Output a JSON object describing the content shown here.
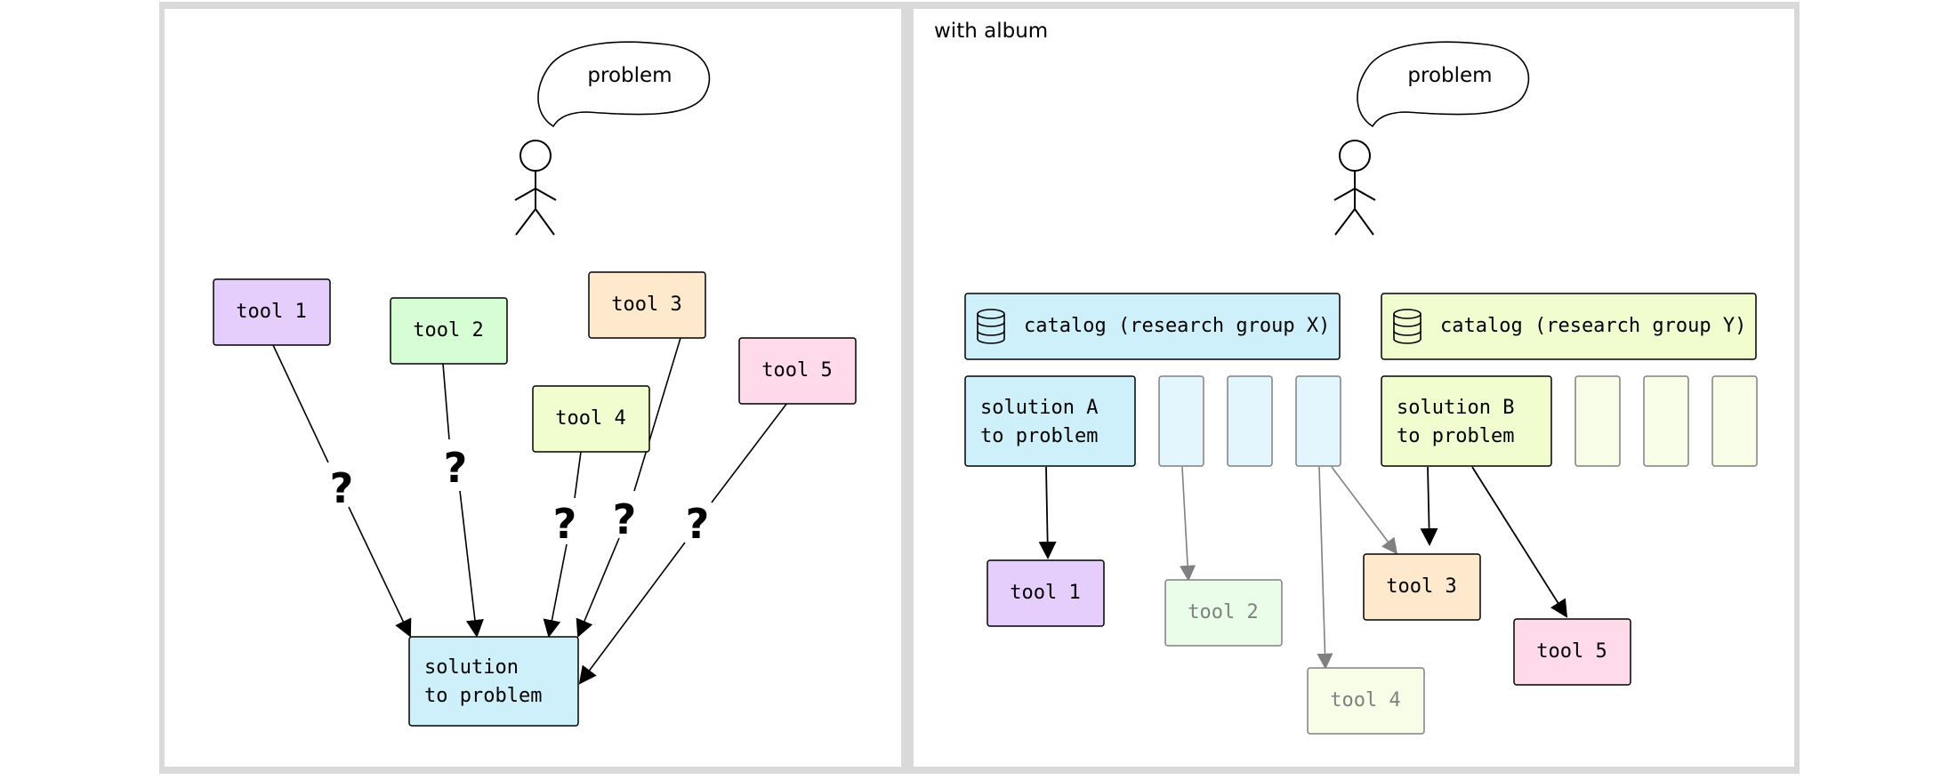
{
  "left_panel": {
    "problem_label": "problem",
    "tools": [
      "tool 1",
      "tool 2",
      "tool 3",
      "tool 4",
      "tool 5"
    ],
    "question_mark": "?",
    "solution_lines": [
      "solution",
      "to problem"
    ]
  },
  "right_panel": {
    "title": "with album",
    "problem_label": "problem",
    "catalog_x": "catalog (research group X)",
    "catalog_y": "catalog (research group Y)",
    "solution_a_lines": [
      "solution A",
      "to problem"
    ],
    "solution_b_lines": [
      "solution B",
      "to problem"
    ],
    "tools": [
      "tool 1",
      "tool 2",
      "tool 3",
      "tool 4",
      "tool 5"
    ]
  },
  "colors": {
    "tool1": "#e5cdfc",
    "tool2": "#d7fdd4",
    "tool3": "#ffe9cc",
    "tool4": "#f1fdcf",
    "tool5": "#ffdaea",
    "solution": "#cdf0fb",
    "catalog_x": "#cdf0fb",
    "catalog_y": "#f1fdcf",
    "frame": "#d9d9d9"
  }
}
